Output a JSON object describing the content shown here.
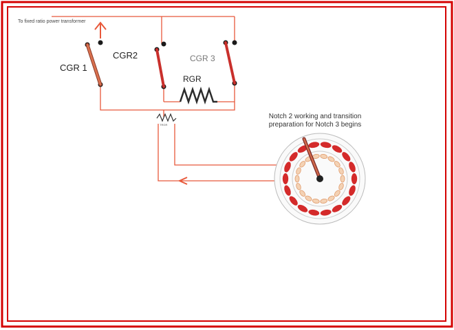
{
  "labels": {
    "top_line": "To fixed ratio power transformer",
    "cgr1": "CGR 1",
    "cgr2": "CGR2",
    "cgr3": "CGR 3",
    "rgr": "RGR",
    "small_resistor": "TRGR"
  },
  "caption": {
    "line1": "Notch 2 working and transition",
    "line2": "preparation for Notch 3 begins"
  },
  "colors": {
    "border": "#d40000",
    "wire": "#e8583a",
    "contact": "#c9302c",
    "switch_arm": "#c84a32",
    "terminal": "#1a1a1a",
    "resistor": "#2b2b2b",
    "ring_outer": "#d42a2a",
    "ring_inner": "#e09a6a"
  },
  "icons": {
    "up_arrow": "arrow-up-icon",
    "left_arrow": "arrow-left-icon"
  }
}
